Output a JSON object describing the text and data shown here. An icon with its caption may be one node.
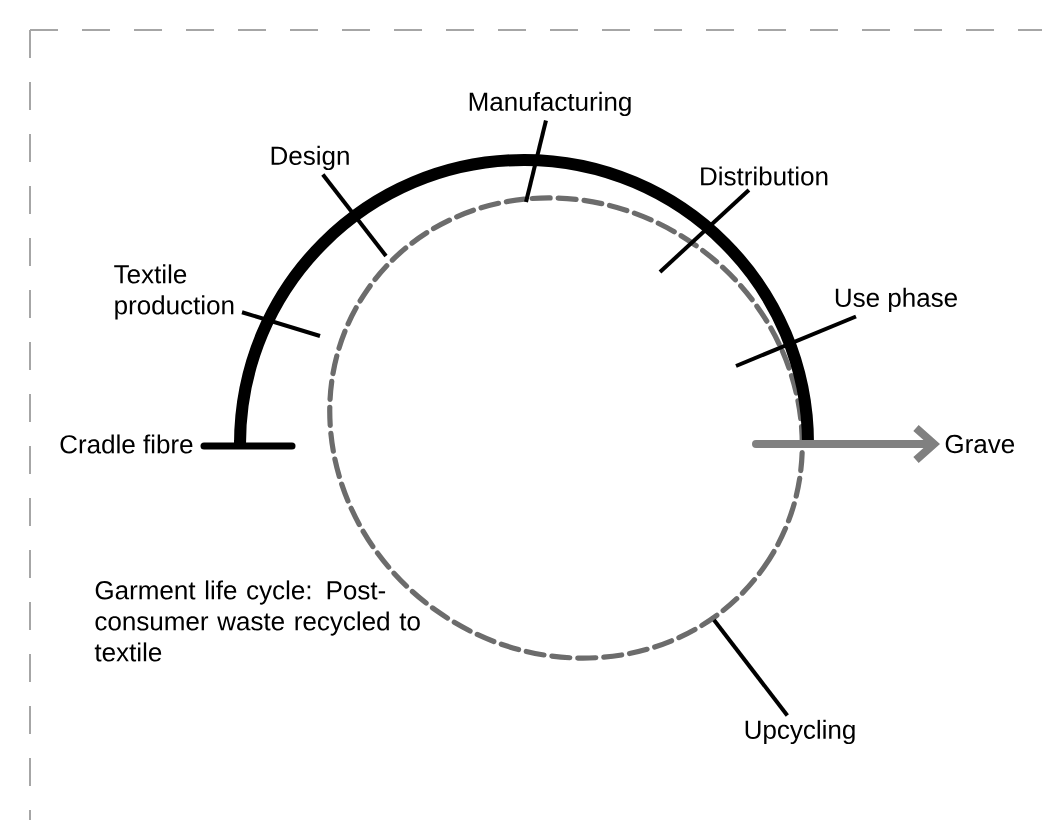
{
  "diagram": {
    "nodes": [
      {
        "text": [
          "Textile production"
        ]
      },
      {
        "text": [
          "Design"
        ]
      },
      {
        "text": [
          "Manufacturing"
        ]
      },
      {
        "text": [
          "Distribution"
        ]
      },
      {
        "text": [
          "Use phase"
        ]
      },
      {
        "text": [
          "Grave"
        ]
      },
      {
        "text": [
          "Upcycling"
        ]
      }
    ],
    "edges": [
      {
        "from": 0,
        "to": null,
        "arrow": "none"
      },
      {
        "from": 1,
        "to": null,
        "arrow": "none"
      },
      {
        "from": 2,
        "to": null,
        "arrow": "none"
      },
      {
        "from": 3,
        "to": null,
        "arrow": "none"
      },
      {
        "from": 4,
        "to": null,
        "arrow": "none"
      },
      {
        "from": 6,
        "to": null,
        "arrow": "none"
      },
      {
        "from": null,
        "to": 5,
        "arrow": "to",
        "style": "thick",
        "color": "#808080"
      }
    ],
    "labels": [
      "Cradle fibre",
      "Garment life cycle: Post-consumer waste recycled to textile"
    ]
  }
}
